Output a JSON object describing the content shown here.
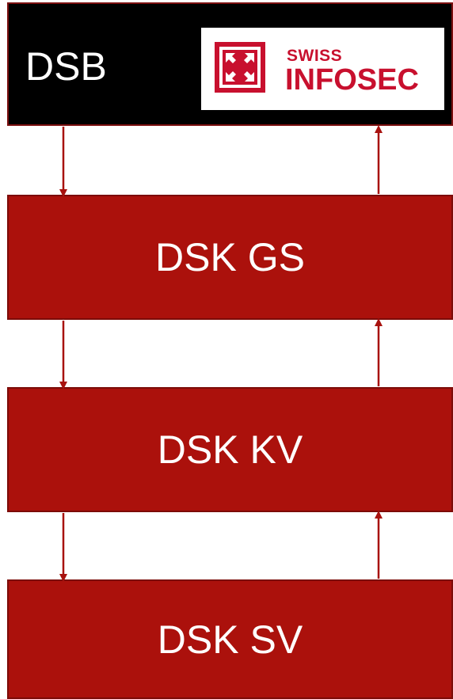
{
  "boxes": {
    "dsb": "DSB",
    "gs": "DSK GS",
    "kv": "DSK KV",
    "sv": "DSK SV"
  },
  "logo": {
    "line1": "SWISS",
    "line2": "INFOSEC"
  },
  "colors": {
    "box_red": "#ab110c",
    "box_black": "#000000",
    "arrow": "#a8120f",
    "logo_red": "#c8102e"
  }
}
